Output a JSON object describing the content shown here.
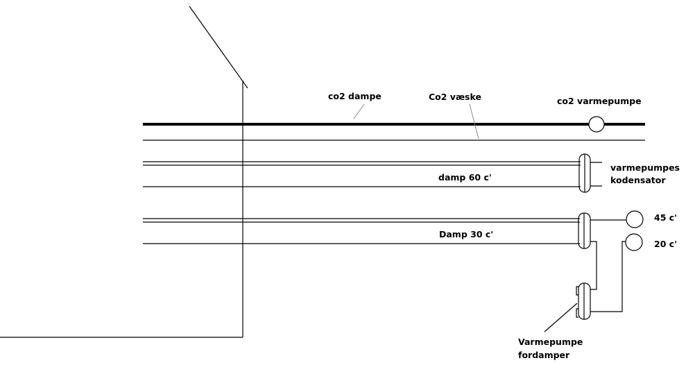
{
  "labels": {
    "co2_vapor": "co2 dampe",
    "co2_liquid": "Co2 væske",
    "co2_heatpump": "co2 varmepumpe",
    "steam_60": "damp 60 c'",
    "steam_30": "Damp 30 c'",
    "condenser_line1": "varmepumpes",
    "condenser_line2": "kodensator",
    "temp_45": "45 c'",
    "temp_20": "20 c'",
    "evaporator_line1": "Varmepumpe",
    "evaporator_line2": "fordamper"
  },
  "colors": {
    "line": "#000000",
    "leader": "#888888",
    "background": "#ffffff"
  }
}
